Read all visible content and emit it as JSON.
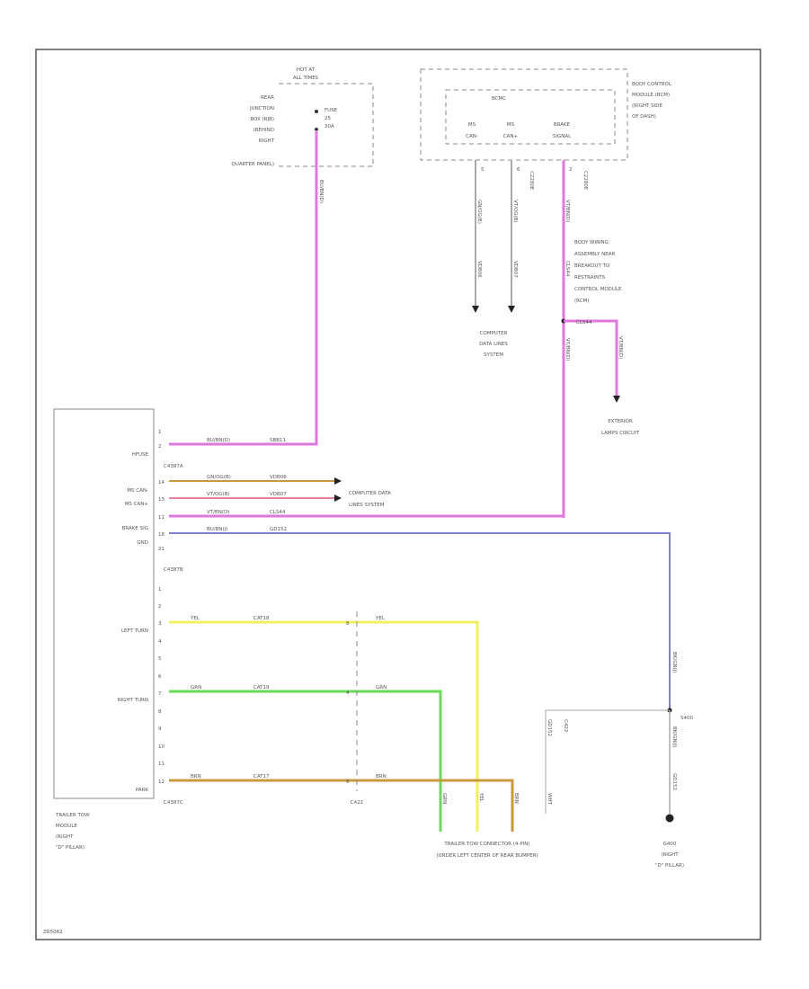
{
  "module": {
    "name": "TRAILER TOW MODULE (RIGHT \"D\" PILLAR)",
    "lines": [
      "TRAILER TOW",
      "MODULE",
      "(RIGHT",
      "\"D\" PILLAR)"
    ],
    "pins": {
      "hfuse": "HFUSE",
      "ms_can_minus": "MS CAN-",
      "ms_can_plus": "MS CAN+",
      "brake_sig": "BRAKE SIG",
      "gnd": "GND",
      "left_turn": "LEFT TURN",
      "right_turn": "RIGHT TURN",
      "park": "PARK"
    },
    "connectors": {
      "c4387a": "C4387A",
      "c4387b": "C4387B",
      "c4387c": "C4387C"
    }
  },
  "fuse_box": {
    "hot_at": "HOT AT",
    "all_times": "ALL TIMES",
    "fuse_label": "FUSE",
    "fuse_num": "25",
    "fuse_amp": "30A",
    "location_lines": [
      "REAR",
      "JUNCTION",
      "BOX (RJB)",
      "(BEHIND",
      "RIGHT",
      "QUARTER PANEL)"
    ]
  },
  "bcm": {
    "location_lines": [
      "BODY CONTROL",
      "MODULE (BCM)",
      "(RIGHT SIDE",
      "OF DASH)"
    ],
    "inner": "BCMC",
    "pins": [
      [
        "MS",
        "CAN-"
      ],
      [
        "MS",
        "CAN+"
      ],
      [
        "BRAKE",
        "SIGNAL"
      ]
    ],
    "connector": "C2280E"
  },
  "annotations": {
    "body_wiring": [
      "BODY WIRING",
      "ASSEMBLY NEAR",
      "BREAKOUT TO",
      "RESTRAINTS",
      "CONTROL MODULE",
      "(RCM)"
    ],
    "computer_data_top": [
      "COMPUTER",
      "DATA LINES",
      "SYSTEM"
    ],
    "computer_data_mid": [
      "COMPUTER DATA",
      "LINES SYSTEM"
    ],
    "exterior_lamps": [
      "EXTERIOR",
      "LAMPS CIRCUIT"
    ],
    "trailer_connector": [
      "TRAILER TOW CONNECTOR (4-PIN)",
      "(UNDER LEFT CENTER OF REAR BUMPER)"
    ],
    "ground_loc": [
      "G400",
      "(RIGHT",
      "\"D\" PILLAR)"
    ],
    "ground_splice": "S400",
    "c422": "C422",
    "c4387c_bottom": "C4387C",
    "footer": "ZR5062"
  },
  "wire_labels": {
    "hfuse_1": "BU/BN(D)",
    "hfuse_2": "SBB11",
    "can_minus_1": "GN/OG(B)",
    "can_minus_2": "VDB06",
    "can_plus_1": "VT/OG(B)",
    "can_plus_2": "VDB07",
    "brake_1": "VT/BN(D)",
    "brake_2": "CLS44",
    "gnd_1": "BU/BN(J)",
    "gnd_2": "GD152",
    "left_1": "YEL",
    "left_2": "CAT18",
    "left_3": "YEL",
    "right_1": "GRN",
    "right_2": "CAT19",
    "right_3": "GRN",
    "park_1": "BRN",
    "park_2": "CAT17",
    "park_3": "BRN",
    "v_fuse": "BU/BN(D)",
    "v_can_minus_a": "GN/OG(B)",
    "v_can_minus_b": "VDB06",
    "v_can_plus_a": "VT/OG(B)",
    "v_can_plus_b": "VDB07",
    "v_brake_a": "VT/BN(D)",
    "v_brake_b": "CLS44",
    "v_ext": "VT/BN(D)",
    "v_ext_h": "CLS44",
    "v_gnd_a": "BK/GN(J)",
    "v_gnd_b": "GD152",
    "v_gnd_c": "BK/GN(J)",
    "v_gnd_d": "GD152",
    "c2280e_1": "C2280E",
    "c2280e_2": "C2280E",
    "conn_pin_brn": "BRN",
    "conn_pin_yel": "YEL",
    "conn_pin_grn": "GRN",
    "conn_pin_wht": "WHT"
  },
  "pin_numbers": {
    "p_hfuse_top": "1",
    "p_hfuse": "2",
    "p_can_m": "14",
    "p_can_p": "13",
    "p_brake": "11",
    "p_gnd": "18",
    "p_b1": "1",
    "p_b2": "2",
    "p_left": "3",
    "p_b4": "4",
    "p_b5": "5",
    "p_b6": "6",
    "p_right": "7",
    "p_b8": "8",
    "p_b9": "9",
    "p_b10": "10",
    "p_b11": "11",
    "p_park": "12"
  },
  "colors": {
    "violet": "#e277e2",
    "blue": "#8080d8",
    "yellow": "#f0f060",
    "green": "#66dd55",
    "brown": "#c89a3c",
    "gray": "#aaaaaa",
    "frame": "#555555"
  }
}
